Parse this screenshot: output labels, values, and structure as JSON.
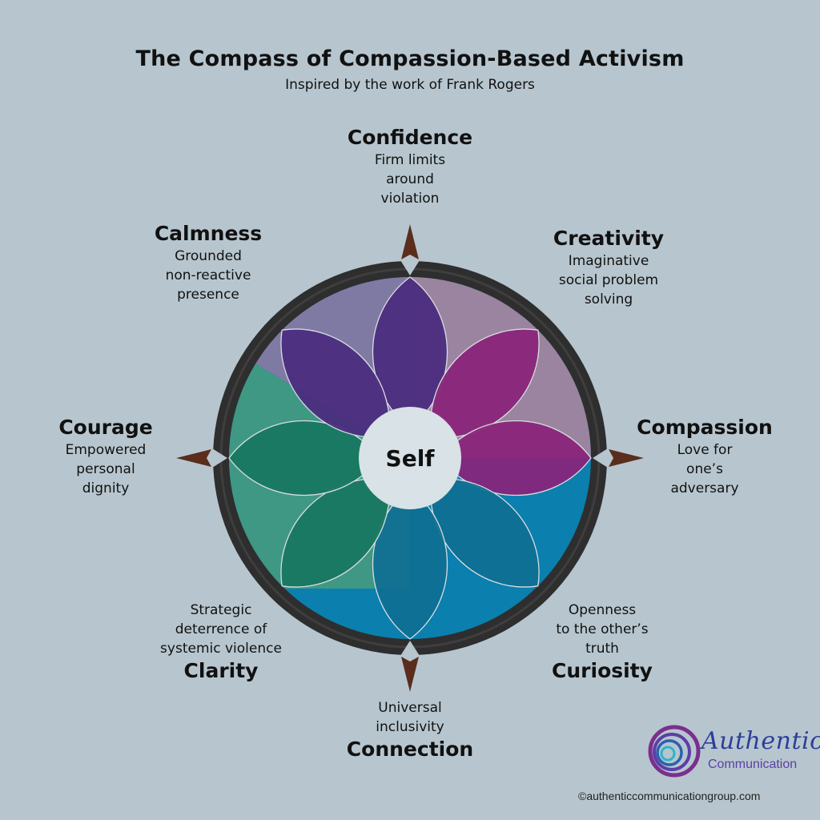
{
  "title": "The Compass of Compassion-Based Activism",
  "subtitle": "Inspired by the work of Frank Rogers",
  "center_label": "Self",
  "directions": {
    "confidence": {
      "name": "Confidence",
      "desc": "Firm limits\naround\nviolation"
    },
    "creativity": {
      "name": "Creativity",
      "desc": "Imaginative\nsocial problem\nsolving"
    },
    "compassion": {
      "name": "Compassion",
      "desc": "Love for\none’s\nadversary"
    },
    "curiosity": {
      "name": "Curiosity",
      "desc": "Openness\nto the other’s\ntruth"
    },
    "connection": {
      "name": "Connection",
      "desc": "Universal\ninclusivity"
    },
    "clarity": {
      "name": "Clarity",
      "desc": "Strategic\ndeterrence of\nsystemic violence"
    },
    "courage": {
      "name": "Courage",
      "desc": "Empowered\npersonal\ndignity"
    },
    "calmness": {
      "name": "Calmness",
      "desc": "Grounded\nnon-reactive\npresence"
    }
  },
  "logo": {
    "word1": "Authentic",
    "word2": "Communication"
  },
  "copyright": "©authenticcommunicationgroup.com",
  "colors": {
    "background": "#b7c6ce",
    "ring": "#2e2e2e",
    "compass_point": "#5a2d1c",
    "center": "#d9e2e6",
    "petal_purple": "#4a2a7e",
    "petal_magenta": "#8a2379",
    "petal_teal_blue": "#0f6f93",
    "petal_green": "#17765f"
  }
}
